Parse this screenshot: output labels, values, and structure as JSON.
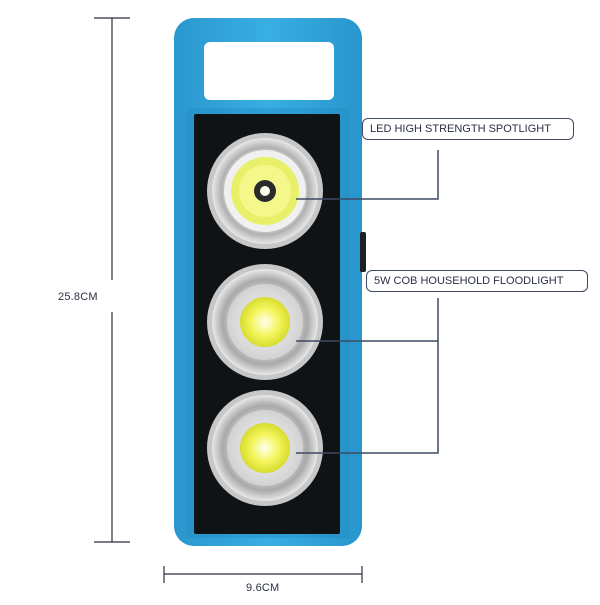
{
  "dimensions": {
    "height_label": "25.8CM",
    "width_label": "9.6CM"
  },
  "callouts": {
    "spotlight": "LED HIGH STRENGTH SPOTLIGHT",
    "floodlight": "5W COB HOUSEHOLD FLOODLIGHT"
  },
  "colors": {
    "casing": "#2fa4dc",
    "casing_dark": "#1f86bd",
    "panel": "#111418",
    "led": "#f1f26a",
    "callout_border": "#3f4a62"
  }
}
